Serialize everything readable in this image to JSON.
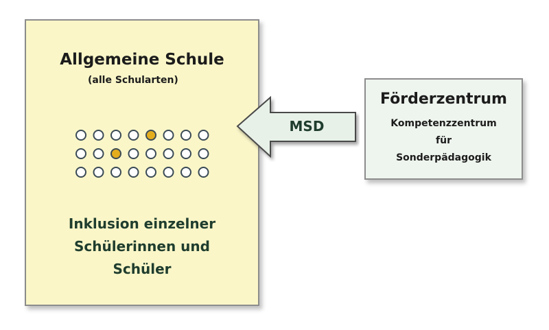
{
  "school": {
    "title": "Allgemeine Schule",
    "subtitle": "(alle Schularten)",
    "inclusion_lines": [
      "Inklusion einzelner",
      "Schülerinnen und",
      "Schüler"
    ]
  },
  "dots": {
    "rows": 3,
    "cols": 8,
    "highlighted": [
      [
        0,
        4
      ],
      [
        1,
        2
      ]
    ],
    "colors": {
      "empty": "#ffffff",
      "highlight": "#e3ad1e",
      "stroke": "#3a4a55"
    }
  },
  "arrow": {
    "label": "MSD",
    "colors": {
      "fill": "#e8f1e8",
      "stroke": "#4a4a4a"
    }
  },
  "center": {
    "title": "Förderzentrum",
    "lines": [
      "Kompetenzzentrum",
      "für",
      "Sonderpädagogik"
    ]
  },
  "colors": {
    "school_bg": "#faf6c8",
    "center_bg": "#eef4ee",
    "text_green": "#1f3d2e"
  }
}
